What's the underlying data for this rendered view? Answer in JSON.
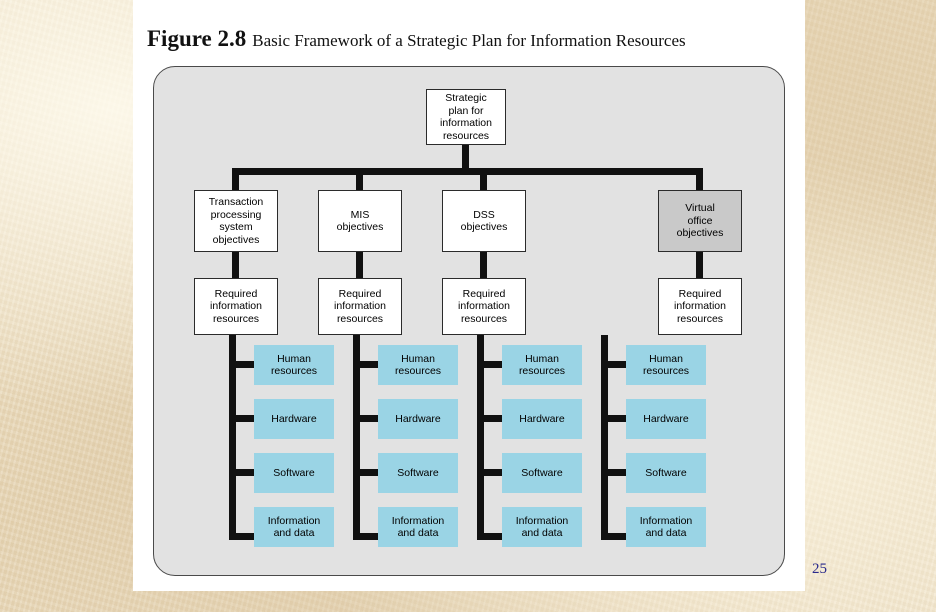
{
  "slide": {
    "page_number": "25",
    "background_color": "#eadcc0",
    "card_color": "#ffffff"
  },
  "caption": {
    "figure_number": "Figure 2.8",
    "title": "Basic Framework of a Strategic Plan for Information Resources"
  },
  "diagram": {
    "panel_color": "#e2e2e2",
    "connector_color": "#111111",
    "root": {
      "label": "Strategic\nplan for\ninformation\nresources"
    },
    "columns": [
      {
        "objective": "Transaction\nprocessing\nsystem\nobjectives",
        "objective_shaded": false,
        "required": "Required\ninformation\nresources",
        "leaves": [
          "Human\nresources",
          "Hardware",
          "Software",
          "Information\nand data"
        ]
      },
      {
        "objective": "MIS\nobjectives",
        "objective_shaded": false,
        "required": "Required\ninformation\nresources",
        "leaves": [
          "Human\nresources",
          "Hardware",
          "Software",
          "Information\nand data"
        ]
      },
      {
        "objective": "DSS\nobjectives",
        "objective_shaded": false,
        "required": "Required\ninformation\nresources",
        "leaves": [
          "Human\nresources",
          "Hardware",
          "Software",
          "Information\nand data"
        ]
      },
      {
        "objective": "Virtual\noffice\nobjectives",
        "objective_shaded": true,
        "required": "Required\ninformation\nresources",
        "leaves": [
          "Human\nresources",
          "Hardware",
          "Software",
          "Information\nand data"
        ]
      }
    ],
    "colors": {
      "leaf_fill": "#9ad4e5",
      "shaded_fill": "#c9c9c9",
      "box_fill": "#ffffff",
      "box_border": "#2b2b2b"
    }
  }
}
